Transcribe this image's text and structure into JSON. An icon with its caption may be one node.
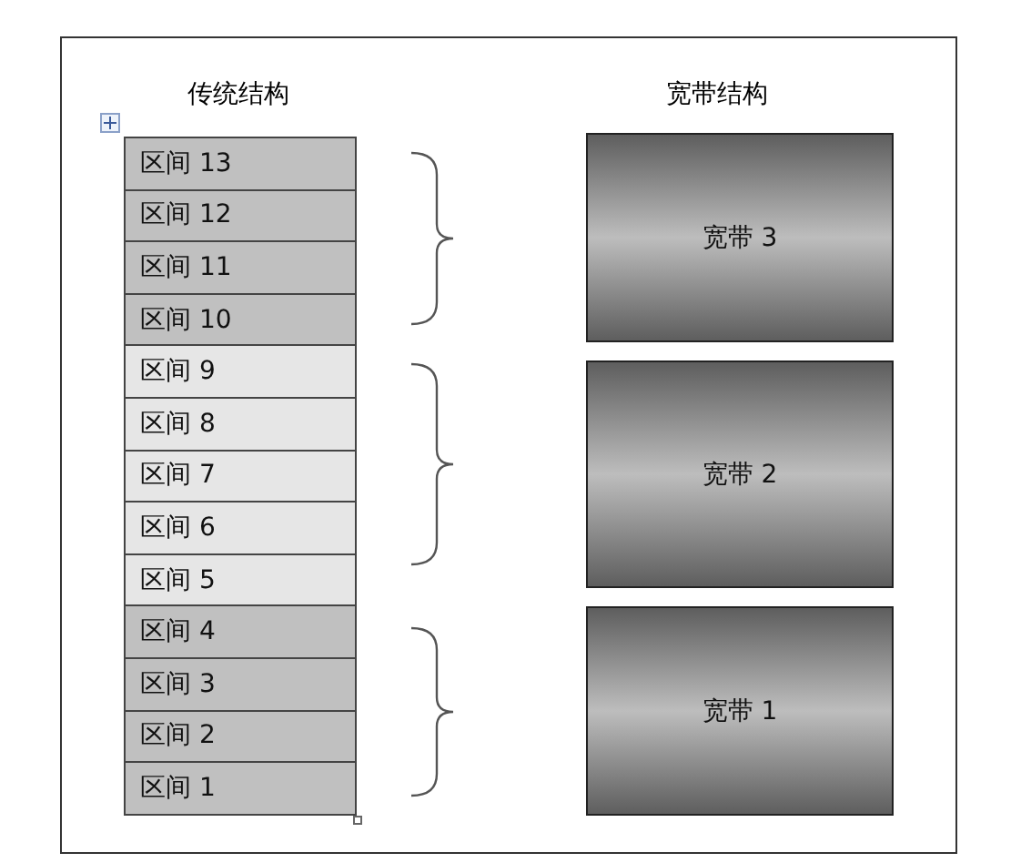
{
  "diagram": {
    "nodes": [
      {
        "text": [
          "区间 13"
        ]
      },
      {
        "text": [
          "区间 12"
        ]
      },
      {
        "text": [
          "区间 11"
        ]
      },
      {
        "text": [
          "区间 10"
        ]
      },
      {
        "text": [
          "区间 9"
        ]
      },
      {
        "text": [
          "区间 8"
        ]
      },
      {
        "text": [
          "区间 7"
        ]
      },
      {
        "text": [
          "区间 6"
        ]
      },
      {
        "text": [
          "区间 5"
        ]
      },
      {
        "text": [
          "区间 4"
        ]
      },
      {
        "text": [
          "区间 3"
        ]
      },
      {
        "text": [
          "区间 2"
        ]
      },
      {
        "text": [
          "区间 1"
        ]
      },
      {
        "text": [
          "宽带 3"
        ]
      },
      {
        "text": [
          "宽带 2"
        ]
      },
      {
        "text": [
          "宽带 1"
        ]
      }
    ],
    "edges": [],
    "labels": [
      "传统结构",
      "宽带结构"
    ]
  }
}
